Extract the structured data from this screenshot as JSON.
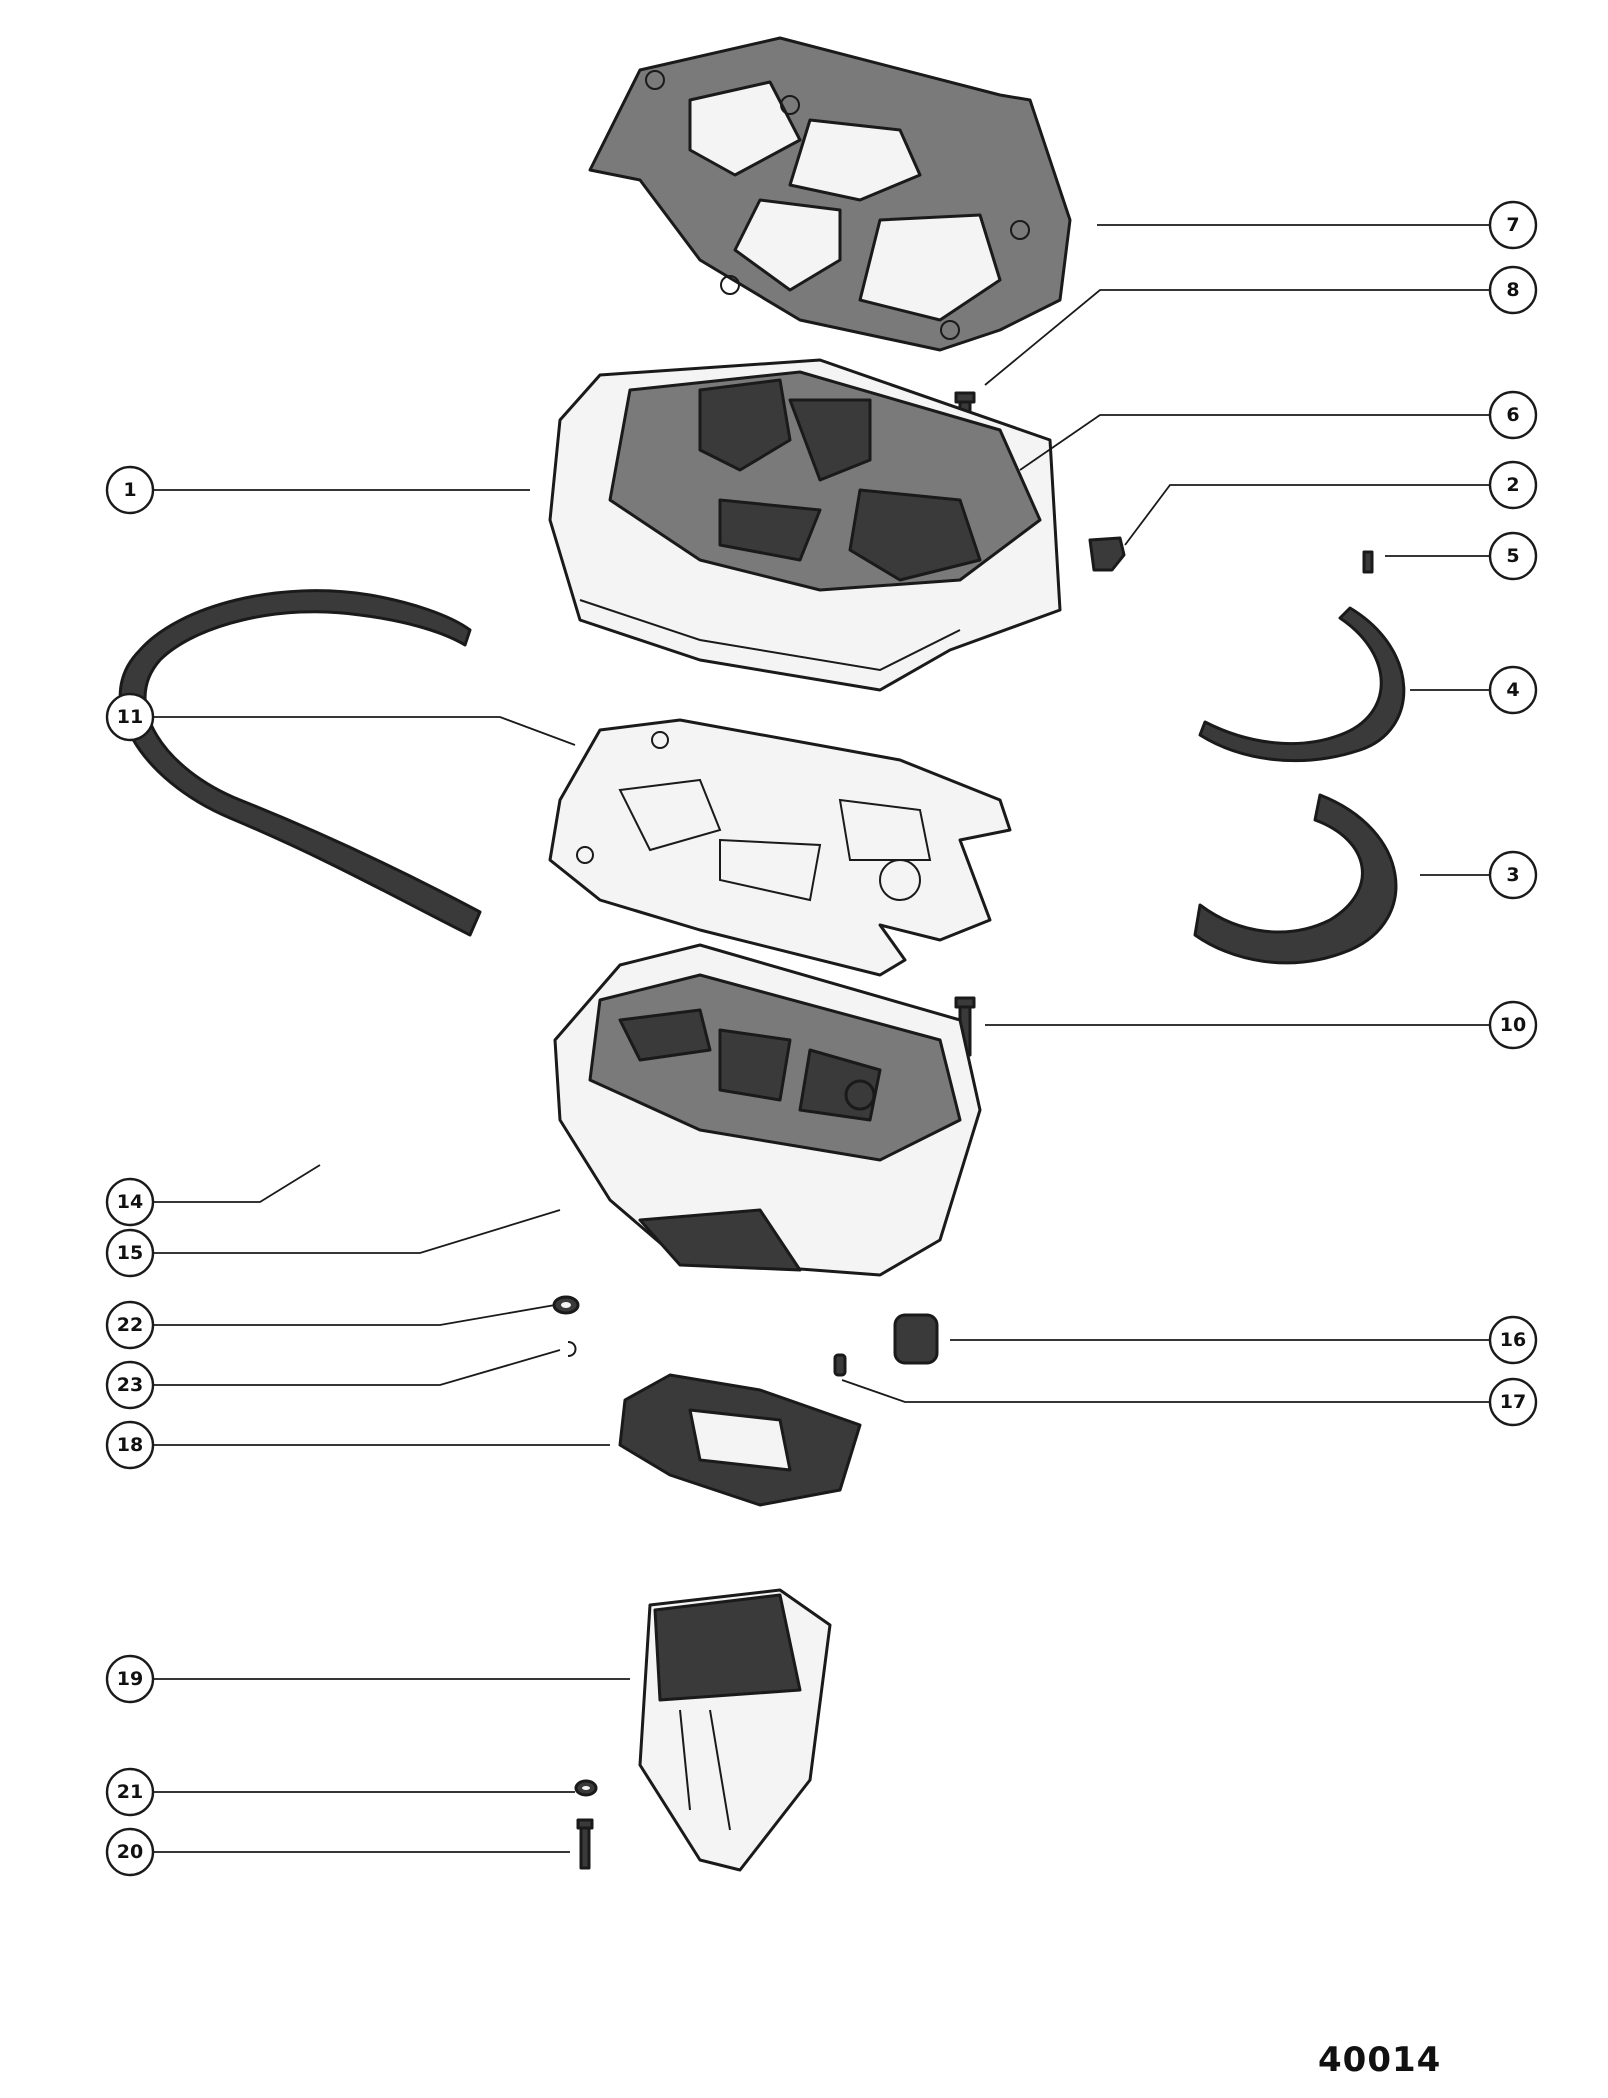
{
  "document_number": "40014",
  "callouts": [
    "1",
    "2",
    "3",
    "4",
    "5",
    "6",
    "7",
    "8",
    "10",
    "11",
    "14",
    "15",
    "16",
    "17",
    "18",
    "19",
    "20",
    "21",
    "22",
    "23"
  ]
}
